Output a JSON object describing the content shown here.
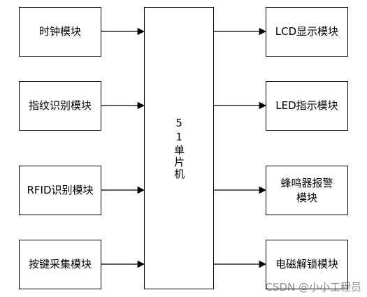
{
  "inputs": [
    {
      "label": "时钟模块"
    },
    {
      "label": "指纹识别模块"
    },
    {
      "label": "RFID识别模块"
    },
    {
      "label": "按键采集模块"
    }
  ],
  "mcu": {
    "label": "51单片机"
  },
  "outputs": [
    {
      "label": "LCD显示模块"
    },
    {
      "label": "LED指示模块"
    },
    {
      "label": "蜂鸣器报警模块"
    },
    {
      "label": "电磁解锁模块"
    }
  ],
  "watermark": "CSDN @小小工程员"
}
